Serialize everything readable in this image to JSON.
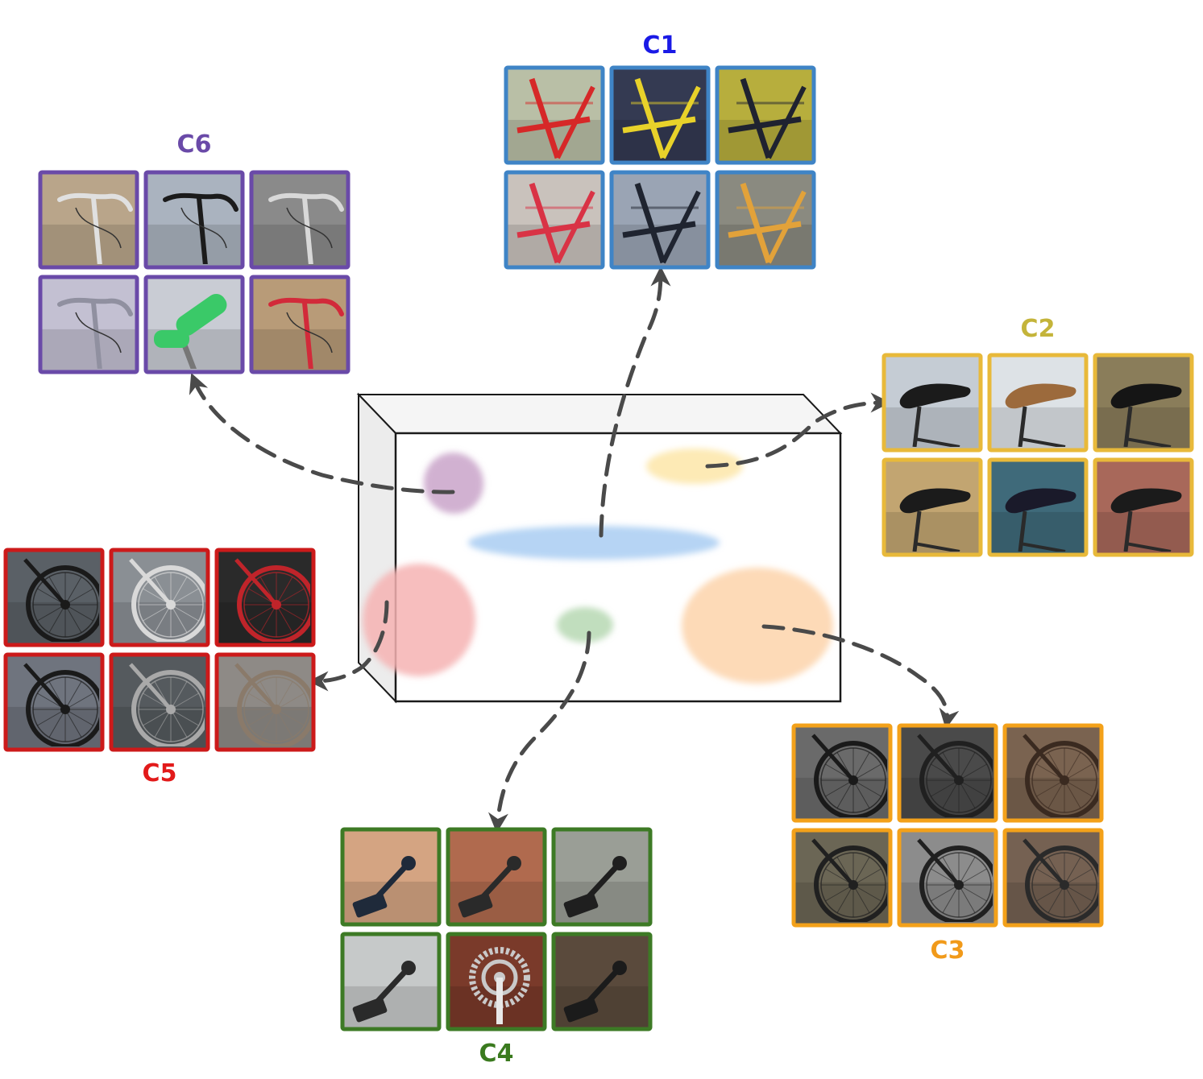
{
  "diagram": {
    "feature_map": {
      "regions": [
        {
          "cluster": "C6",
          "color": "#c9a3c9"
        },
        {
          "cluster": "C2",
          "color": "#fde6a8"
        },
        {
          "cluster": "C1",
          "color": "#a9cdf2"
        },
        {
          "cluster": "C5",
          "color": "#f6b3b3"
        },
        {
          "cluster": "C4",
          "color": "#b6d8b3"
        },
        {
          "cluster": "C3",
          "color": "#fdd3aa"
        }
      ]
    },
    "clusters": [
      {
        "id": "C1",
        "label": "C1",
        "color": "#1a1ae6",
        "border": "#3f84c6",
        "tiles": [
          {
            "content": "red-frame-icon",
            "bg": "#b9bfa6",
            "accent": "#d62828"
          },
          {
            "content": "yellow-frame-icon",
            "bg": "#343a52",
            "accent": "#e8d22a"
          },
          {
            "content": "dark-frame-icon",
            "bg": "#b7ae3d",
            "accent": "#1f2230"
          },
          {
            "content": "red-frame-icon",
            "bg": "#c9c2bc",
            "accent": "#d93345"
          },
          {
            "content": "dark-frame-icon",
            "bg": "#9aa4b4",
            "accent": "#1f2430"
          },
          {
            "content": "orange-frame-icon",
            "bg": "#8a8a80",
            "accent": "#e2a23a"
          }
        ]
      },
      {
        "id": "C2",
        "label": "C2",
        "color": "#c4b43a",
        "border": "#e8b93a",
        "tiles": [
          {
            "content": "saddle-icon",
            "bg": "#c5ccd4",
            "accent": "#1b1b1b"
          },
          {
            "content": "saddle-icon",
            "bg": "#dde2e6",
            "accent": "#9c6a3c"
          },
          {
            "content": "saddle-icon",
            "bg": "#8a7d5a",
            "accent": "#151515"
          },
          {
            "content": "saddle-icon",
            "bg": "#c2a571",
            "accent": "#1b1b1b"
          },
          {
            "content": "saddle-icon",
            "bg": "#3f6a7a",
            "accent": "#1a1a2a"
          },
          {
            "content": "saddle-icon",
            "bg": "#a8685a",
            "accent": "#1b1b1b"
          }
        ]
      },
      {
        "id": "C3",
        "label": "C3",
        "color": "#f19a1a",
        "border": "#f3a11a",
        "tiles": [
          {
            "content": "wheel-icon",
            "bg": "#6a6a6a",
            "accent": "#1a1a1a"
          },
          {
            "content": "wheel-icon",
            "bg": "#4a4a4a",
            "accent": "#202020"
          },
          {
            "content": "wheel-icon",
            "bg": "#7a6350",
            "accent": "#3a2a20"
          },
          {
            "content": "wheel-icon",
            "bg": "#6b6655",
            "accent": "#202020"
          },
          {
            "content": "wheel-icon",
            "bg": "#8c8c8c",
            "accent": "#202020"
          },
          {
            "content": "wheel-icon",
            "bg": "#756152",
            "accent": "#2a2a2a"
          }
        ]
      },
      {
        "id": "C4",
        "label": "C4",
        "color": "#3a7a1e",
        "border": "#3d7a25",
        "tiles": [
          {
            "content": "pedal-icon",
            "bg": "#d4a482",
            "accent": "#1f2a3a"
          },
          {
            "content": "pedal-icon",
            "bg": "#b06a4e",
            "accent": "#2a2a2a"
          },
          {
            "content": "pedal-icon",
            "bg": "#9a9e96",
            "accent": "#1f1f1f"
          },
          {
            "content": "pedal-icon",
            "bg": "#c6c9c9",
            "accent": "#2a2a2a"
          },
          {
            "content": "chainring-icon",
            "bg": "#7a3a2a",
            "accent": "#c9c9c9"
          },
          {
            "content": "pedal-icon",
            "bg": "#5a4a3c",
            "accent": "#1b1b1b"
          }
        ]
      },
      {
        "id": "C5",
        "label": "C5",
        "color": "#e21a1a",
        "border": "#cc1a1a",
        "tiles": [
          {
            "content": "wheel-icon",
            "bg": "#5a6066",
            "accent": "#1a1a1a"
          },
          {
            "content": "wheel-icon",
            "bg": "#8a8f94",
            "accent": "#d9d9d9"
          },
          {
            "content": "wheel-icon",
            "bg": "#2a2a2a",
            "accent": "#c0242a"
          },
          {
            "content": "wheel-icon",
            "bg": "#6f747e",
            "accent": "#1a1a1a"
          },
          {
            "content": "wheel-icon",
            "bg": "#555a5e",
            "accent": "#a9a9a9"
          },
          {
            "content": "wheel-icon",
            "bg": "#8e8a86",
            "accent": "#8a7a6a"
          }
        ]
      },
      {
        "id": "C6",
        "label": "C6",
        "color": "#6a4aa8",
        "border": "#6a4aa8",
        "tiles": [
          {
            "content": "handlebar-icon",
            "bg": "#b9a58a",
            "accent": "#e0e0e0"
          },
          {
            "content": "handlebar-icon",
            "bg": "#aab3bf",
            "accent": "#1b1b1b"
          },
          {
            "content": "handlebar-icon",
            "bg": "#8a8a8a",
            "accent": "#d8d8d8"
          },
          {
            "content": "handlebar-icon",
            "bg": "#c3c0d2",
            "accent": "#9090a0"
          },
          {
            "content": "grip-icon",
            "bg": "#c9ccd4",
            "accent": "#3ac968"
          },
          {
            "content": "handlebar-icon",
            "bg": "#b89b78",
            "accent": "#d22a3a"
          }
        ]
      }
    ]
  }
}
